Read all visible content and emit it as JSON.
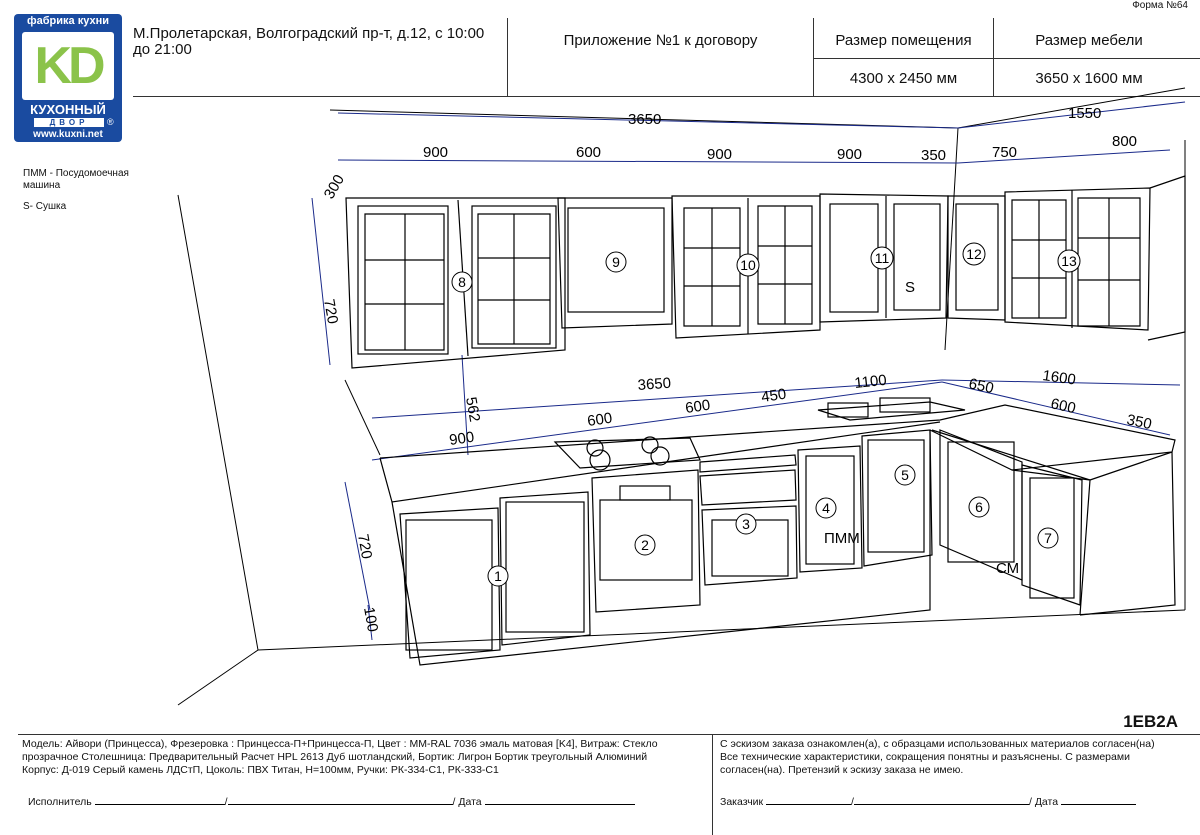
{
  "form_no": "Форма №64",
  "logo": {
    "top": "фабрика кухни",
    "mark": "KD",
    "name": "КУХОННЫЙ",
    "sub": "ДВОР",
    "reg": "®",
    "url": "www.kuxni.net"
  },
  "header": {
    "address": "М.Пролетарская, Волгоградский пр-т, д.12, с 10:00 до 21:00",
    "appendix": "Приложение №1 к договору",
    "room_label": "Размер помещения",
    "room_value": "4300 х 2450 мм",
    "furniture_label": "Размер мебели",
    "furniture_value": "3650 х 1600 мм"
  },
  "legend": [
    "ПММ - Посудомоечная машина",
    "S- Сушка"
  ],
  "dims": {
    "upper_total": "3650",
    "upper_corner": "1550",
    "upper_segments": [
      "900",
      "600",
      "900",
      "900",
      "350",
      "750",
      "800"
    ],
    "upper_height": "720",
    "upper_depth": "300",
    "gap": "562",
    "lower_total": "3650",
    "lower_corner": "1600",
    "lower_segments": [
      "900",
      "600",
      "600",
      "450",
      "1100",
      "650",
      "600",
      "350"
    ],
    "lower_height": "720",
    "plinth": "100"
  },
  "modules": [
    "1",
    "2",
    "3",
    "4",
    "5",
    "6",
    "7",
    "8",
    "9",
    "10",
    "11",
    "12",
    "13"
  ],
  "marks": {
    "dishwasher": "ПММ",
    "dryer": "S",
    "sm": "СМ"
  },
  "code": "1ЕВ2А",
  "spec_lines": [
    "Модель: Айвори (Принцесса), Фрезеровка : Принцесса-П+Принцесса-П, Цвет : MM-RAL 7036 эмаль матовая [K4], Витраж: Стекло",
    "прозрачное Столешница: Предварительный Расчет HPL 2613 Дуб шотландский, Бортик: Лигрон Бортик треугольный Алюминий",
    "Корпус: Д-019 Серый камень ЛДСтП, Цоколь: ПВХ Титан, H=100мм, Ручки: РК-334-С1, РК-333-С1"
  ],
  "agree_lines": [
    "С эскизом заказа ознакомлен(а), с образцами использованных материалов согласен(на)",
    "Все технические характеристики, сокращения понятны и разъяснены. С размерами",
    "согласен(на). Претензий к эскизу заказа не имею."
  ],
  "sign": {
    "executor": "Исполнитель",
    "customer": "Заказчик",
    "date": "Дата"
  }
}
